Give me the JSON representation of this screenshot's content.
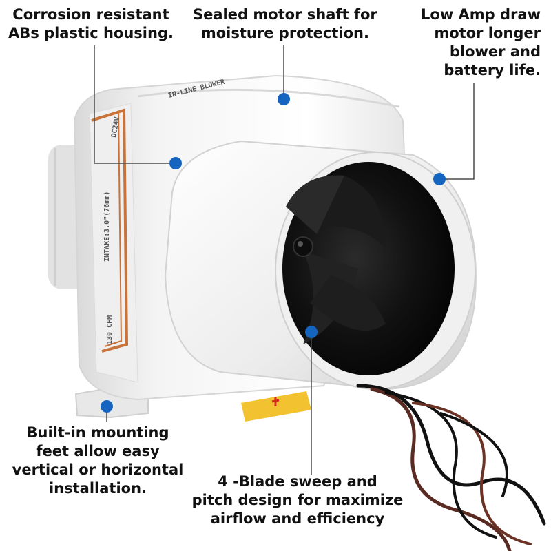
{
  "image": {
    "subject": "white in-line marine bilge blower fan with 4-blade impeller and black/red lead wires",
    "background": "#ffffff",
    "accent": "#1565c0",
    "housing_color": "#f3f3f3",
    "stripe_color": "#c8733a"
  },
  "callouts": [
    {
      "lines": [
        "Corrosion resistant",
        "ABs plastic housing."
      ]
    },
    {
      "lines": [
        "Sealed motor shaft for",
        "moisture protection."
      ]
    },
    {
      "lines": [
        "Low Amp draw",
        "motor longer",
        "blower and",
        "battery life."
      ]
    },
    {
      "lines": [
        "Built-in mounting",
        "feet allow easy",
        "vertical or horizontal",
        "installation."
      ]
    },
    {
      "lines": [
        "4 -Blade sweep and",
        "pitch design for maximize",
        "airflow and efficiency"
      ]
    }
  ],
  "product_label": {
    "lines": [
      "DC24V",
      "INTAKE:3.0\"(76mm)",
      "130 CFM"
    ],
    "top_text": "IN-LINE BLOWER"
  }
}
